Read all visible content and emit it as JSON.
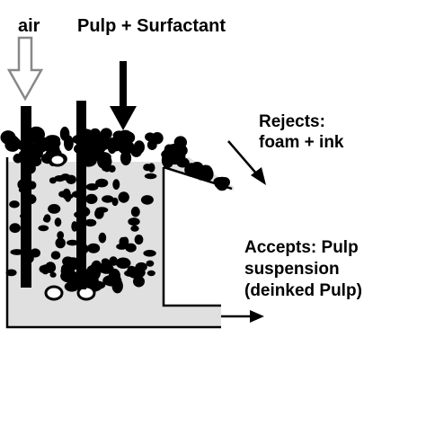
{
  "labels": {
    "air": "air",
    "pulp_surfactant": "Pulp + Surfactant",
    "rejects_line1": "Rejects:",
    "rejects_line2": "foam + ink",
    "accepts_line1": "Accepts: Pulp",
    "accepts_line2": "suspension",
    "accepts_line3": "(deinked Pulp)"
  },
  "colors": {
    "tank_fill": "#e0e0e0",
    "ink": "#000000",
    "background": "#ffffff"
  }
}
